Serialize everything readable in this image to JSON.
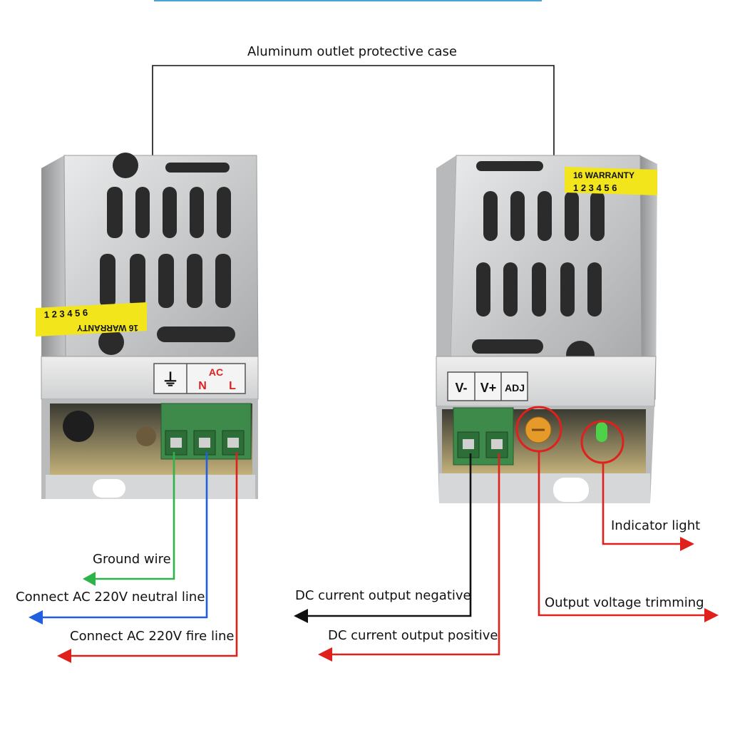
{
  "labels": {
    "case": "Aluminum  outlet protective case",
    "ground": "Ground wire",
    "neutral": "Connect AC 220V neutral line",
    "fire": "Connect AC 220V fire line",
    "dc_negative": "DC current output negative",
    "dc_positive": "DC current output positive",
    "indicator": "Indicator light",
    "trimming": "Output voltage trimming"
  },
  "left_unit": {
    "ac_label": "AC",
    "n_label": "N",
    "l_label": "L",
    "ground_symbol": "⏚",
    "sticker_top": "1 2 3 4 5 6",
    "sticker_bottom": "16 WARRANTY"
  },
  "right_unit": {
    "v_minus": "V-",
    "v_plus": "V+",
    "adj": "ADJ",
    "sticker_top": "16 WARRANTY",
    "sticker_bottom": "1 2 3 4 5 6"
  },
  "colors": {
    "ground": "#2db34a",
    "neutral": "#1f5fe0",
    "fire": "#e0201c",
    "negative": "#111111",
    "top_rule": "#4aa3d6",
    "sticker": "#f3e51c",
    "metal": "#c9cbcc"
  }
}
